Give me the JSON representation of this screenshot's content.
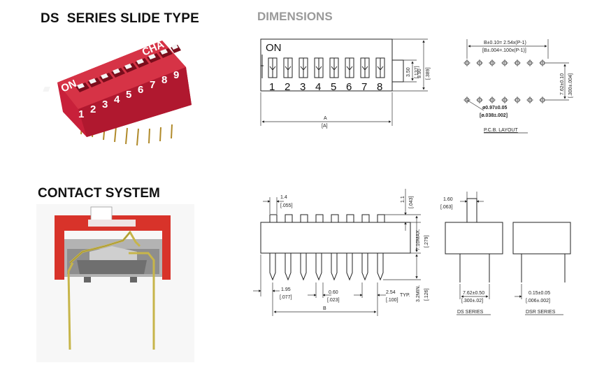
{
  "headings": {
    "product": "DS  SERIES SLIDE TYPE",
    "dimensions": "DIMENSIONS",
    "contact": "CONTACT SYSTEM"
  },
  "photo": {
    "on_label": "ON",
    "cha_label": "CHA",
    "numbers": [
      "1",
      "2",
      "3",
      "4",
      "5",
      "6",
      "7",
      "8",
      "9"
    ],
    "body_color": "#c8203a"
  },
  "top_view": {
    "on_label": "ON",
    "numbers": [
      "1",
      "2",
      "3",
      "4",
      "5",
      "6",
      "7",
      "8"
    ],
    "dim_a": "A",
    "dim_a_inch": "[A]",
    "height_metric": "3.50",
    "height_inch": "[.137]",
    "total_metric": "9.90",
    "total_inch": "[.389]"
  },
  "pcb": {
    "formula_metric": "B±0.10= 2.54x(P-1)",
    "formula_inch": "[B±.004=.100x(P-1)]",
    "row_metric": "7.62±0.10",
    "row_inch": "[.300±.004]",
    "hole_metric": "ø0.97±0.05",
    "hole_inch": "[ø.038±.002]",
    "caption": "P.C.B. LAYOUT"
  },
  "side_view": {
    "pitch_metric": "1.4",
    "pitch_inch": "[.055]",
    "top_metric": "1.1",
    "top_inch": "[.043]",
    "height_metric": "7.10MAX.",
    "height_inch": "[.279]",
    "pin_metric": "3.2MIN.",
    "pin_inch": "[.126]",
    "edge_metric": "1.95",
    "edge_inch": "[.077]",
    "pinw_metric": "0.60",
    "pinw_inch": "[.023]",
    "typ_metric": "2.54",
    "typ_suffix": "TYP.",
    "typ_inch": "[.100]",
    "dim_b": "B"
  },
  "end_views": {
    "act_metric": "1.60",
    "act_inch": "[.063]",
    "ds_metric": "7.62±0.50",
    "ds_inch": "[.300±.02]",
    "ds_caption": "DS  SERIES",
    "dsr_metric": "0.15±0.05",
    "dsr_inch": "[.006±.002]",
    "dsr_caption": "DSR  SERIES"
  },
  "contact_colors": {
    "housing": "#d8332a",
    "inner": "#a9a9a9",
    "contact": "#c7b54a"
  }
}
